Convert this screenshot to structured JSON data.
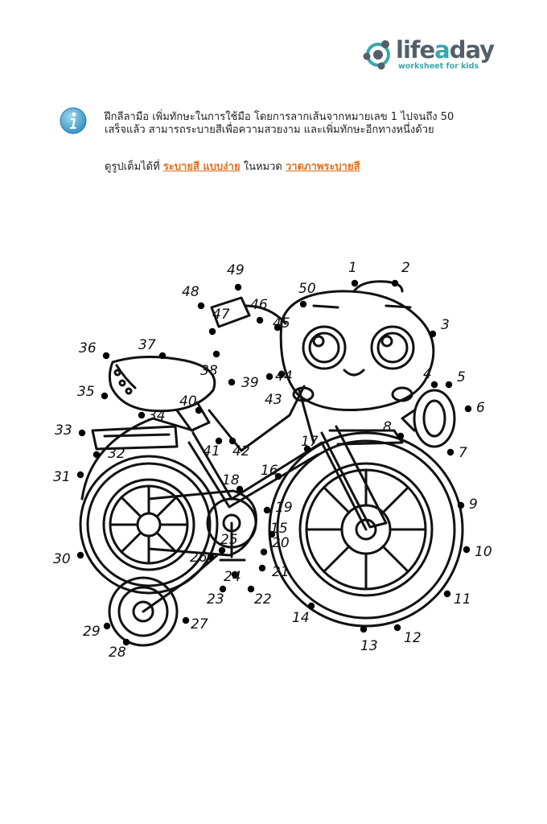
{
  "logo": {
    "word_part1": "life",
    "word_part2": "a",
    "word_part3": "day",
    "tagline": "worksheet for kids",
    "brand_gray": "#555f6a",
    "brand_teal": "#3aa6ad"
  },
  "intro": {
    "line1": "ฝึกลีลามือ เพิ่มทักษะในการใช้มือ โดยการลากเส้นจากหมายเลข 1 ไปจนถึง 50",
    "line2": "เสร็จแล้ว สามารถระบายสีเพื่อความสวยงาม และเพิ่มทักษะอีกทางหนึ่งด้วย"
  },
  "links": {
    "prefix": "ดูรูปเต็มได้ที่",
    "link1": "ระบายสี แบบง่าย",
    "middle": "ในหมวด",
    "link2": "วาดภาพระบายสี",
    "link_color": "#e0701c"
  },
  "worksheet": {
    "icon": "bicycle-connect-the-dots",
    "dots": [
      {
        "n": "1"
      },
      {
        "n": "2"
      },
      {
        "n": "3"
      },
      {
        "n": "4"
      },
      {
        "n": "5"
      },
      {
        "n": "6"
      },
      {
        "n": "7"
      },
      {
        "n": "8"
      },
      {
        "n": "9"
      },
      {
        "n": "10"
      },
      {
        "n": "11"
      },
      {
        "n": "12"
      },
      {
        "n": "13"
      },
      {
        "n": "14"
      },
      {
        "n": "15"
      },
      {
        "n": "16"
      },
      {
        "n": "17"
      },
      {
        "n": "18"
      },
      {
        "n": "19"
      },
      {
        "n": "20"
      },
      {
        "n": "21"
      },
      {
        "n": "22"
      },
      {
        "n": "23"
      },
      {
        "n": "24"
      },
      {
        "n": "25"
      },
      {
        "n": "26"
      },
      {
        "n": "27"
      },
      {
        "n": "28"
      },
      {
        "n": "29"
      },
      {
        "n": "30"
      },
      {
        "n": "31"
      },
      {
        "n": "32"
      },
      {
        "n": "33"
      },
      {
        "n": "34"
      },
      {
        "n": "35"
      },
      {
        "n": "36"
      },
      {
        "n": "37"
      },
      {
        "n": "38"
      },
      {
        "n": "39"
      },
      {
        "n": "40"
      },
      {
        "n": "41"
      },
      {
        "n": "42"
      },
      {
        "n": "43"
      },
      {
        "n": "44"
      },
      {
        "n": "45"
      },
      {
        "n": "46"
      },
      {
        "n": "47"
      },
      {
        "n": "48"
      },
      {
        "n": "49"
      },
      {
        "n": "50"
      }
    ]
  }
}
